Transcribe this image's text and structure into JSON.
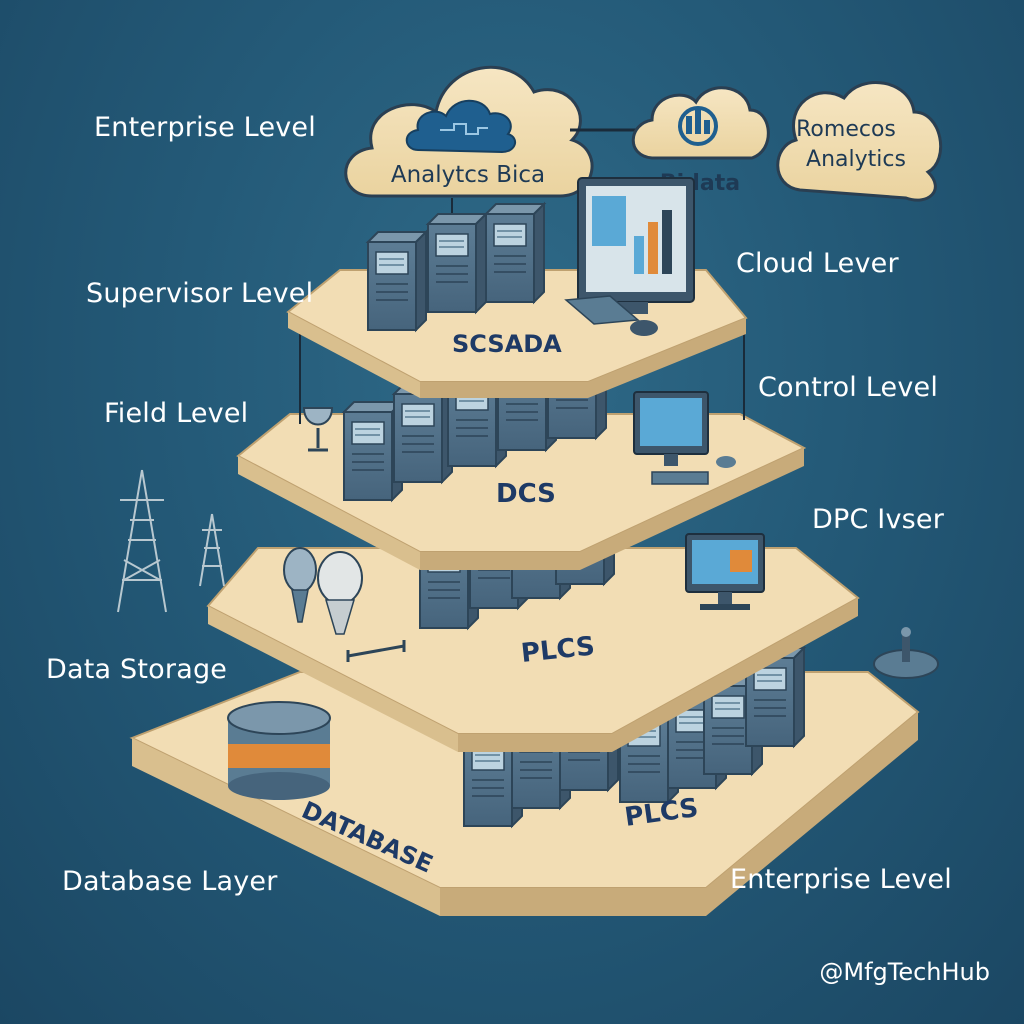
{
  "labels": {
    "enterprise_top": "Enterprise Level",
    "supervisor": "Supervisor Level",
    "field": "Field Level",
    "data_storage": "Data Storage",
    "database_layer": "Database Layer",
    "cloud": "Cloud Lever",
    "control": "Control Level",
    "dpc": "DPC Ivser",
    "enterprise_bottom": "Enterprise Level"
  },
  "clouds": {
    "analytics_bica": "Analytcs Bica",
    "bidata": "Bidata",
    "romecos_line1": "Romecos",
    "romecos_line2": "Analytics"
  },
  "platforms": {
    "scada": "SCSADA",
    "dcs": "DCS",
    "plcs_upper": "PLCS",
    "database": "DATABASE",
    "plcs_lower": "PLCS"
  },
  "credit": "@MfgTechHub",
  "colors": {
    "background": "#245a78",
    "platform": "#f2ddb4",
    "platform_edge": "#d9bf8e",
    "server": "#4f6f88",
    "accent_orange": "#e08a3a",
    "screen_blue": "#5aa9d6"
  }
}
